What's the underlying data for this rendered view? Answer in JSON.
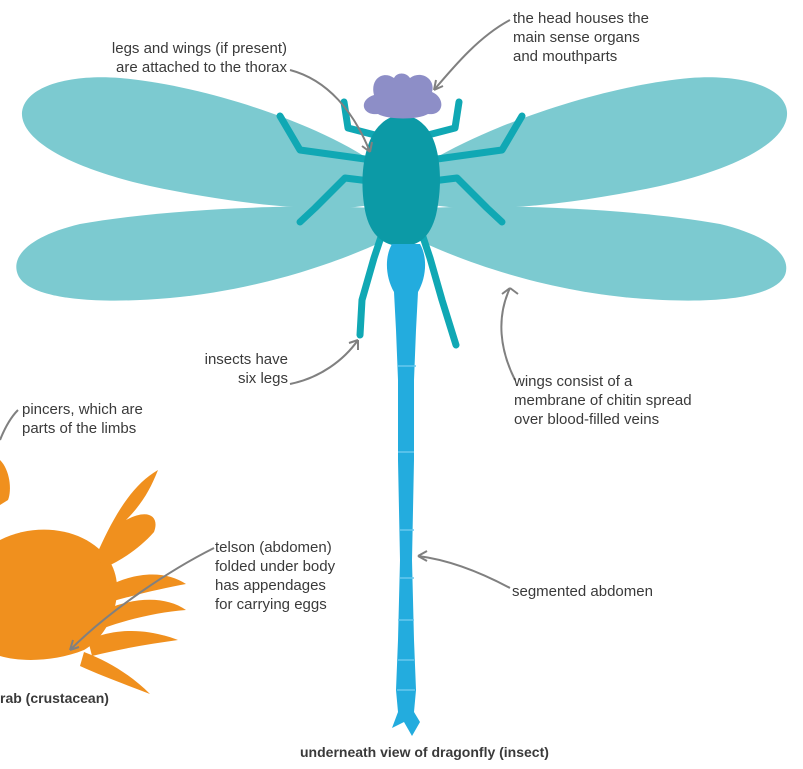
{
  "labels": {
    "head": [
      "the head houses the",
      "main sense organs",
      "and mouthparts"
    ],
    "thorax": [
      "legs and wings (if present)",
      "are attached to the thorax"
    ],
    "legs": [
      "insects have",
      "six legs"
    ],
    "wings": [
      "wings consist of a",
      "membrane of chitin spread",
      "over blood-filled veins"
    ],
    "pincers": [
      "pincers, which are",
      "parts of the limbs"
    ],
    "telson": [
      "telson (abdomen)",
      "folded under body",
      "has appendages",
      "for carrying eggs"
    ],
    "abdomen": [
      "segmented abdomen"
    ]
  },
  "captions": {
    "crab": "rab (crustacean)",
    "dragonfly": "underneath view of dragonfly (insect)"
  },
  "colors": {
    "wing": "#7ccad0",
    "body": "#10a8b4",
    "thorax": "#0c9aa6",
    "abdomen": "#23acde",
    "head": "#8d8ec7",
    "crab": "#f0901e",
    "leader": "#808080",
    "text": "#3a3a3a"
  }
}
